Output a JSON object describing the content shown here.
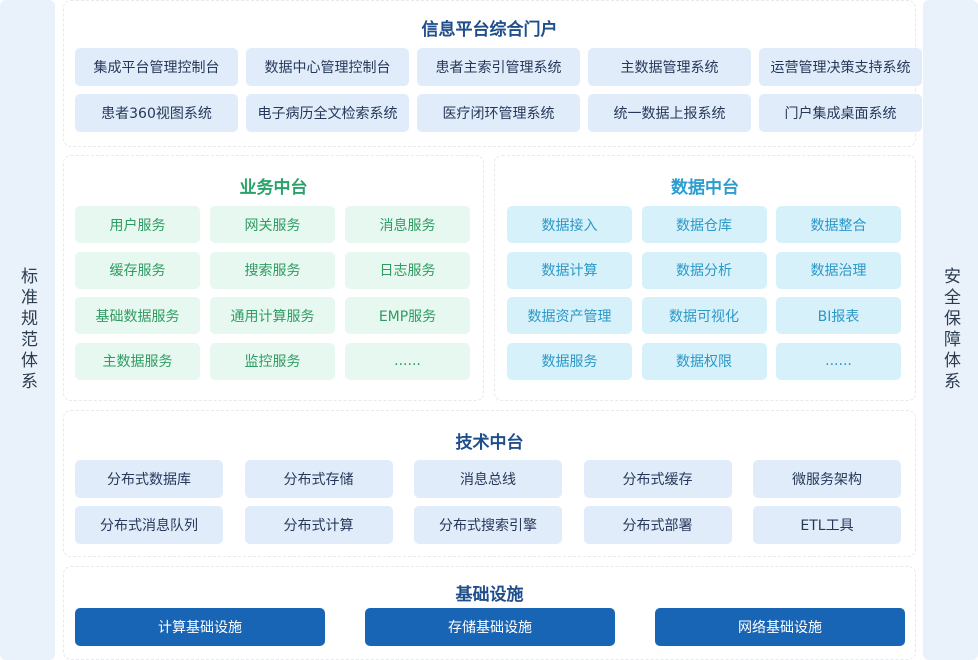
{
  "left_rail": {
    "label": "标准规范体系"
  },
  "right_rail": {
    "label": "安全保障体系"
  },
  "portal": {
    "title": "信息平台综合门户",
    "items": [
      "集成平台管理控制台",
      "数据中心管理控制台",
      "患者主索引管理系统",
      "主数据管理系统",
      "运营管理决策支持系统",
      "患者360视图系统",
      "电子病历全文检索系统",
      "医疗闭环管理系统",
      "统一数据上报系统",
      "门户集成桌面系统"
    ]
  },
  "business": {
    "title": "业务中台",
    "items": [
      "用户服务",
      "网关服务",
      "消息服务",
      "缓存服务",
      "搜索服务",
      "日志服务",
      "基础数据服务",
      "通用计算服务",
      "EMP服务",
      "主数据服务",
      "监控服务",
      "......"
    ]
  },
  "data_platform": {
    "title": "数据中台",
    "items": [
      "数据接入",
      "数据仓库",
      "数据整合",
      "数据计算",
      "数据分析",
      "数据治理",
      "数据资产管理",
      "数据可视化",
      "BI报表",
      "数据服务",
      "数据权限",
      "......"
    ]
  },
  "tech": {
    "title": "技术中台",
    "items": [
      "分布式数据库",
      "分布式存储",
      "消息总线",
      "分布式缓存",
      "微服务架构",
      "分布式消息队列",
      "分布式计算",
      "分布式搜索引擎",
      "分布式部署",
      "ETL工具"
    ]
  },
  "infra": {
    "title": "基础设施",
    "items": [
      "计算基础设施",
      "存储基础设施",
      "网络基础设施"
    ]
  },
  "colors": {
    "title_blue": "#1f4e8c",
    "title_green": "#29a36a",
    "title_cyan": "#2a9dd1",
    "box_blue": "#e1ecfa",
    "box_green": "#e6f8ef",
    "box_cyan": "#d7f1fb",
    "box_dark": "#1864b5"
  }
}
